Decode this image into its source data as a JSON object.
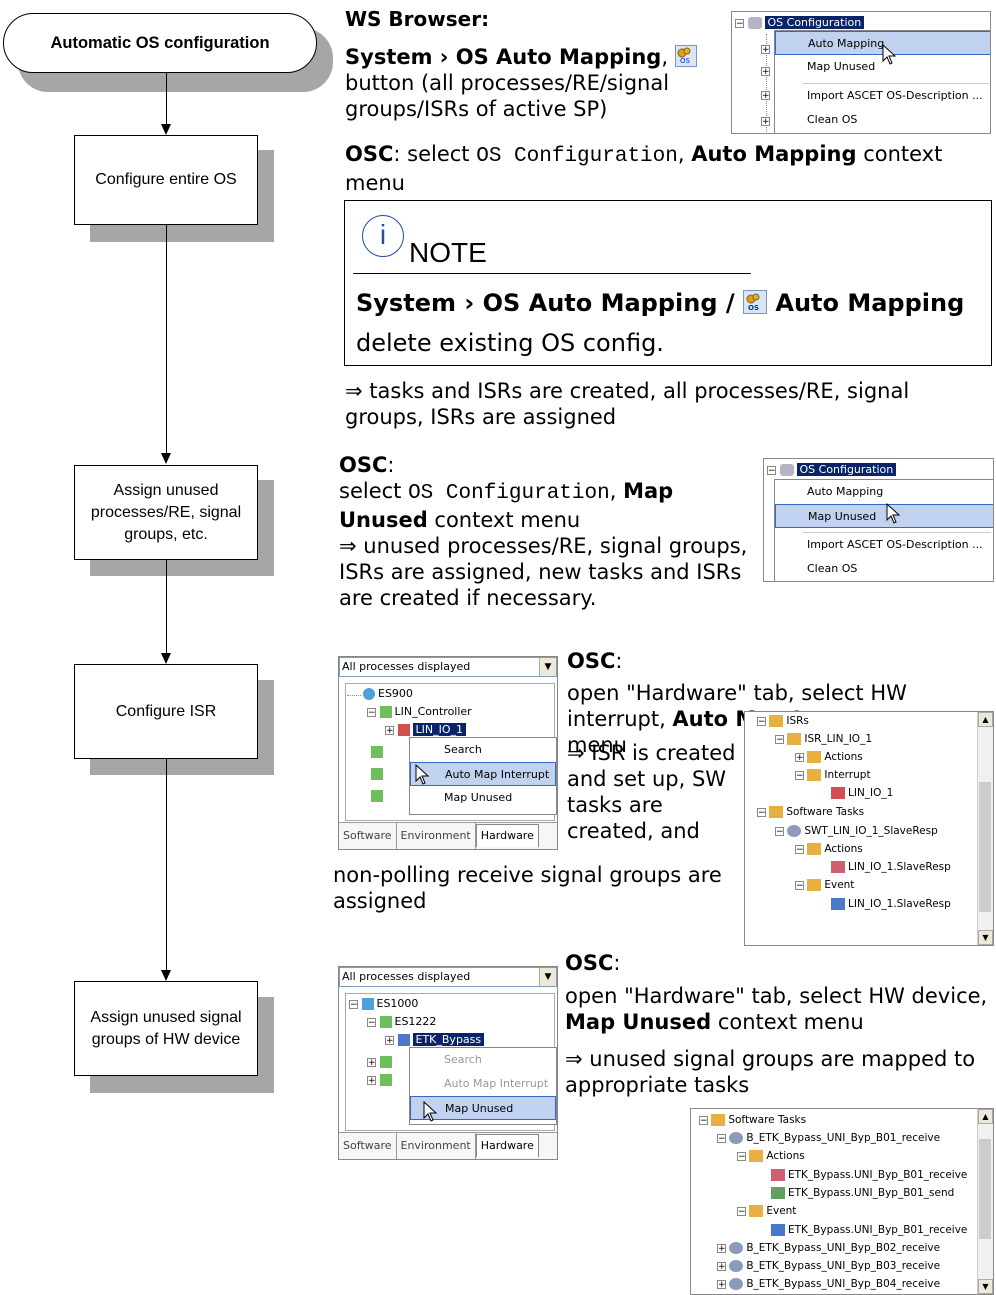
{
  "flow": {
    "start": "Automatic OS configuration",
    "step1": "Configure entire OS",
    "step2": "Assign unused processes/RE, signal groups, etc.",
    "step3": "Configure ISR",
    "step4": "Assign unused signal groups of HW device"
  },
  "section1": {
    "heading": "WS Browser:",
    "menu_path": "System › OS Auto Mapping",
    "comma": ",",
    "button_desc": "button (all processes/RE/signal groups/ISRs of active SP)",
    "osc_label": "OSC",
    "osc_select": ": select ",
    "osc_code": "OS Configuration",
    "osc_comma": ", ",
    "osc_bold": "Auto Mapping",
    "osc_rest": " context menu",
    "note_title": "NOTE",
    "note_i": "i",
    "note_line1_a": "System › OS Auto Mapping /",
    "note_line1_b": "Auto Mapping",
    "note_line2": "delete existing OS config.",
    "result": "⇒ tasks and ISRs are created, all processes/RE, signal groups, ISRs are assigned",
    "shot": {
      "root": "OS Configuration",
      "items": [
        "Auto Mapping",
        "Map Unused",
        "Import ASCET OS-Description ...",
        "Clean OS"
      ]
    }
  },
  "section2": {
    "osc_label": "OSC",
    "colon": ":",
    "line_select": "select ",
    "code": "OS Configuration",
    "comma": ", ",
    "bold": "Map Unused",
    "rest": " context menu",
    "result": "⇒ unused processes/RE, signal groups, ISRs are assigned, new tasks and ISRs are created if necessary.",
    "shot": {
      "root": "OS Configuration",
      "items": [
        "Auto Mapping",
        "Map Unused",
        "Import ASCET OS-Description ...",
        "Clean OS"
      ]
    }
  },
  "section3": {
    "osc_label": "OSC",
    "colon": ":",
    "line": "open \"Hardware\" tab, select HW interrupt, ",
    "bold": "Auto Map Interrupt",
    "rest": " context menu",
    "result_a": "⇒ ISR is created and set up, SW tasks are created, and",
    "result_b": "non-polling receive signal groups are assigned",
    "hw_shot": {
      "dropdown": "All processes displayed",
      "nodes": [
        "ES900",
        "LIN_Controller",
        "LIN_IO_1"
      ],
      "menu": [
        "Search",
        "Auto Map Interrupt",
        "Map Unused"
      ],
      "tabs": [
        "Software",
        "Environment",
        "Hardware"
      ]
    },
    "tree_shot": {
      "nodes": [
        "ISRs",
        "ISR_LIN_IO_1",
        "Actions",
        "Interrupt",
        "LIN_IO_1",
        "Software Tasks",
        "SWT_LIN_IO_1_SlaveResp",
        "Actions",
        "LIN_IO_1.SlaveResp",
        "Event",
        "LIN_IO_1.SlaveResp"
      ]
    }
  },
  "section4": {
    "osc_label": "OSC",
    "colon": ":",
    "line": "open \"Hardware\" tab, select HW device, ",
    "bold": "Map Unused",
    "rest": " context menu",
    "result": "⇒ unused signal groups are mapped to appropriate tasks",
    "hw_shot": {
      "dropdown": "All processes displayed",
      "nodes": [
        "ES1000",
        "ES1222",
        "ETK_Bypass"
      ],
      "menu": [
        "Search",
        "Auto Map Interrupt",
        "Map Unused"
      ],
      "tabs": [
        "Software",
        "Environment",
        "Hardware"
      ]
    },
    "tree_shot": {
      "nodes": [
        "Software Tasks",
        "B_ETK_Bypass_UNI_Byp_B01_receive",
        "Actions",
        "ETK_Bypass.UNI_Byp_B01_receive",
        "ETK_Bypass.UNI_Byp_B01_send",
        "Event",
        "ETK_Bypass.UNI_Byp_B01_receive",
        "B_ETK_Bypass_UNI_Byp_B02_receive",
        "B_ETK_Bypass_UNI_Byp_B03_receive",
        "B_ETK_Bypass_UNI_Byp_B04_receive"
      ]
    }
  },
  "colors": {
    "shadow": "#a6a6a6",
    "selection": "#0a246a",
    "menu_highlight": "#c1d2ee"
  }
}
